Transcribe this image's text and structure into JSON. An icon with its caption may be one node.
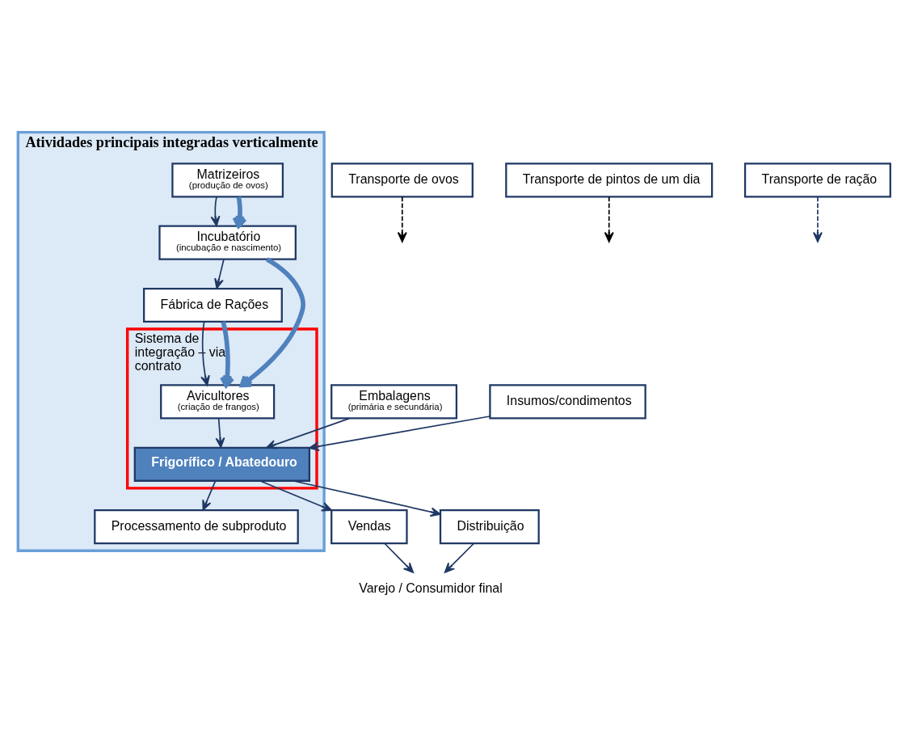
{
  "diagram": {
    "nodes": [
      {
        "text": [
          "Atividades principais integradas verticalmente"
        ]
      },
      {
        "text": [
          "Matrizeiros",
          "(produção de ovos)"
        ],
        "in": 0
      },
      {
        "text": [
          "Incubatório",
          "(incubação e nascimento)"
        ],
        "in": 0
      },
      {
        "text": [
          "Fábrica de Rações"
        ],
        "in": 0
      },
      {
        "text": [
          "Sistema de integração – via contrato"
        ],
        "in": 0
      },
      {
        "text": [
          "Avicultores",
          "(criação de frangos)"
        ],
        "in": 4
      },
      {
        "text": [
          "Frigorífico / Abatedouro"
        ],
        "in": 4
      },
      {
        "text": [
          "Processamento de subproduto"
        ],
        "in": 0
      },
      {
        "text": [
          "Transporte de ovos"
        ]
      },
      {
        "text": [
          "Transporte de pintos de um dia"
        ]
      },
      {
        "text": [
          "Transporte de ração"
        ]
      },
      {
        "text": [
          "Embalagens",
          "(primária e secundária)"
        ]
      },
      {
        "text": [
          "Insumos/condimentos"
        ]
      },
      {
        "text": [
          "Vendas"
        ]
      },
      {
        "text": [
          "Distribuição"
        ]
      },
      {
        "text": [
          "Varejo / Consumidor final"
        ]
      }
    ],
    "edges": [
      {
        "from": 1,
        "to": 2,
        "arrow": "to"
      },
      {
        "from": 1,
        "to": 2,
        "arrow": "to",
        "style": "thick",
        "color": "#4f81bd"
      },
      {
        "from": 8,
        "to": null,
        "arrow": "to",
        "style": "dashed",
        "color": "#000000"
      },
      {
        "from": 2,
        "to": 3,
        "arrow": "to"
      },
      {
        "from": 2,
        "to": 5,
        "arrow": "to",
        "style": "thick",
        "color": "#4f81bd"
      },
      {
        "from": 9,
        "to": null,
        "arrow": "to",
        "style": "dashed",
        "color": "#000000"
      },
      {
        "from": 3,
        "to": 5,
        "arrow": "to"
      },
      {
        "from": 3,
        "to": 5,
        "arrow": "to",
        "style": "thick",
        "color": "#4f81bd"
      },
      {
        "from": 10,
        "to": null,
        "arrow": "to",
        "style": "dashed"
      },
      {
        "from": 5,
        "to": 6,
        "arrow": "to"
      },
      {
        "from": 11,
        "to": 6,
        "arrow": "to"
      },
      {
        "from": 12,
        "to": 6,
        "arrow": "to"
      },
      {
        "from": 6,
        "to": 7,
        "arrow": "to"
      },
      {
        "from": 6,
        "to": 13,
        "arrow": "to"
      },
      {
        "from": 6,
        "to": 14,
        "arrow": "to"
      },
      {
        "from": 13,
        "to": 15,
        "arrow": "to"
      },
      {
        "from": 14,
        "to": 15,
        "arrow": "to"
      }
    ]
  }
}
